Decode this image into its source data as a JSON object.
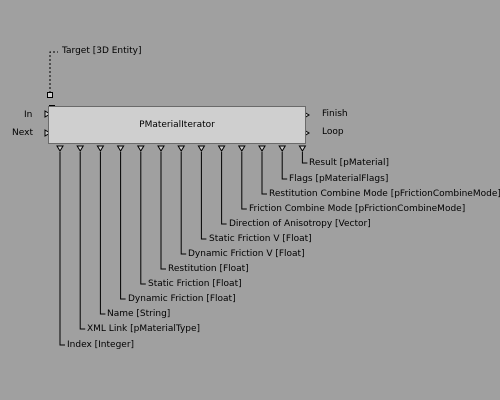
{
  "block": {
    "title": "PMaterialIterator",
    "target_param": "Target [3D Entity]",
    "inputs": [
      "In",
      "Next"
    ],
    "outputs": [
      "Finish",
      "Loop"
    ],
    "output_params": [
      "Index [Integer]",
      "XML Link [pMaterialType]",
      "Name [String]",
      "Dynamic Friction [Float]",
      "Static Friction [Float]",
      "Restitution [Float]",
      "Dynamic Friction V [Float]",
      "Static Friction V [Float]",
      "Direction of Anisotropy  [Vector]",
      "Friction Combine Mode [pFrictionCombineMode]",
      "Restitution Combine Mode [pFrictionCombineMode]",
      "Flags [pMaterialFlags]",
      "Result [pMaterial]"
    ]
  },
  "colors": {
    "background": "#a0a0a0",
    "block_fill": "#cfcfcf",
    "block_border": "#6a6a6a",
    "wire": "#000000"
  }
}
